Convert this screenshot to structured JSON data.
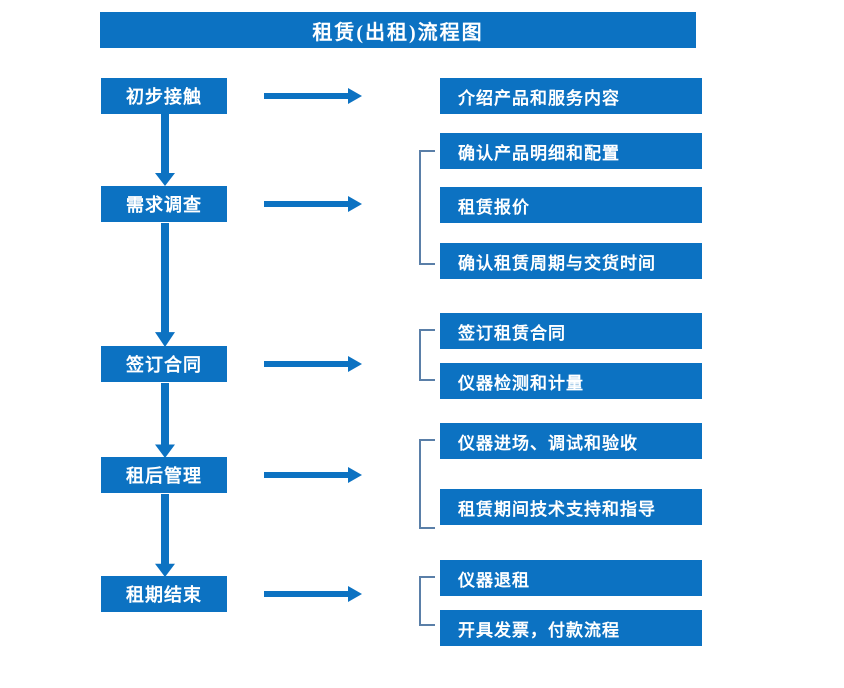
{
  "title": "租赁(出租)流程图",
  "colors": {
    "block_fill": "#0c72c2",
    "block_text": "#ffffff",
    "arrow": "#0c72c2",
    "bracket": "#5a7fa8",
    "background": "#ffffff"
  },
  "stages": [
    {
      "label": "初步接触"
    },
    {
      "label": "需求调查"
    },
    {
      "label": "签订合同"
    },
    {
      "label": "租后管理"
    },
    {
      "label": "租期结束"
    }
  ],
  "tasks": [
    {
      "label": "介绍产品和服务内容"
    },
    {
      "label": "确认产品明细和配置"
    },
    {
      "label": "租赁报价"
    },
    {
      "label": "确认租赁周期与交货时间"
    },
    {
      "label": "签订租赁合同"
    },
    {
      "label": "仪器检测和计量"
    },
    {
      "label": "仪器进场、调试和验收"
    },
    {
      "label": "租赁期间技术支持和指导"
    },
    {
      "label": "仪器退租"
    },
    {
      "label": "开具发票，付款流程"
    }
  ],
  "groups": [
    {
      "stage": "初步接触",
      "tasks": [
        "介绍产品和服务内容"
      ],
      "bracketed": false
    },
    {
      "stage": "需求调查",
      "tasks": [
        "确认产品明细和配置",
        "租赁报价",
        "确认租赁周期与交货时间"
      ],
      "bracketed": true
    },
    {
      "stage": "签订合同",
      "tasks": [
        "签订租赁合同",
        "仪器检测和计量"
      ],
      "bracketed": true
    },
    {
      "stage": "租后管理",
      "tasks": [
        "仪器进场、调试和验收",
        "租赁期间技术支持和指导"
      ],
      "bracketed": true
    },
    {
      "stage": "租期结束",
      "tasks": [
        "仪器退租",
        "开具发票，付款流程"
      ],
      "bracketed": true
    }
  ],
  "connectors": {
    "horizontal_arrow_count": 5,
    "vertical_arrow_count": 4,
    "bracket_count": 4
  }
}
